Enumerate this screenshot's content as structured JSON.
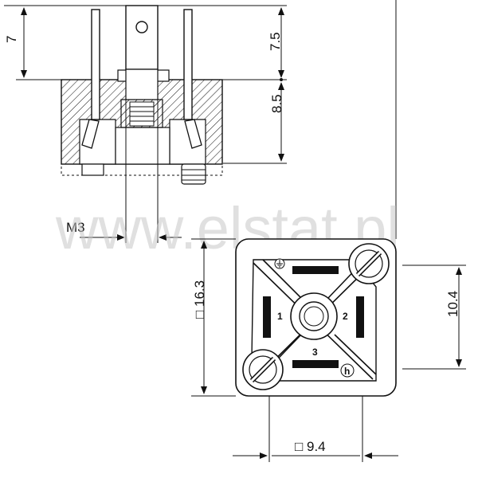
{
  "watermark": "www.elstat.pl",
  "side_view": {
    "dim_top_left": "7",
    "dim_upper_right": "7.5",
    "dim_lower_right": "8.5",
    "thread_label": "M3"
  },
  "front_view": {
    "dim_height_label": "□ 16.3",
    "dim_width_label": "□ 9.4",
    "dim_screw_spacing": "10.4",
    "pin_1": "1",
    "pin_2": "2",
    "pin_3": "3",
    "ground_symbol": "ground-icon",
    "h_symbol": "h"
  },
  "colors": {
    "line": "#111111",
    "hatch": "#111111",
    "watermark": "#c8c8c8"
  }
}
